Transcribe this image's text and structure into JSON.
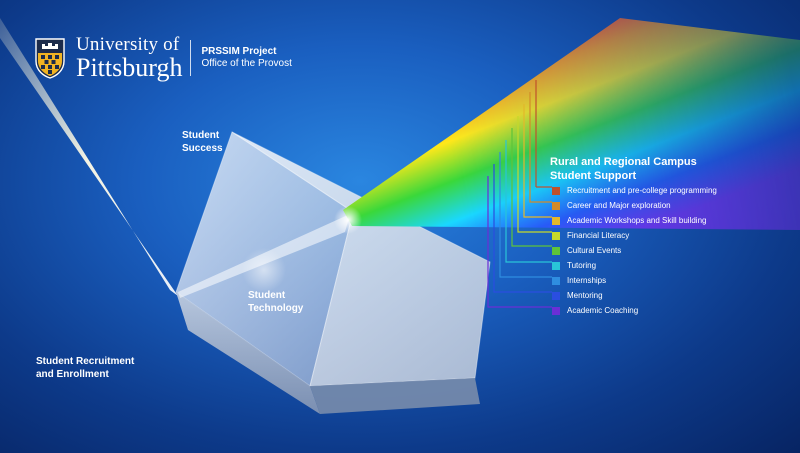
{
  "header": {
    "university_line1": "University of",
    "university_line2": "Pittsburgh",
    "project_title": "PRSSIM Project",
    "project_office": "Office of the Provost"
  },
  "diagram": {
    "labels": {
      "student_success": [
        "Student",
        "Success"
      ],
      "student_technology": [
        "Student",
        "Technology"
      ],
      "student_recruitment": [
        "Student Recruitment",
        "and Enrollment"
      ]
    },
    "legend_title": [
      "Rural and Regional Campus",
      "Student Support"
    ],
    "legend_items": [
      {
        "label": "Recruitment and pre-college programming",
        "color": "#c0512b"
      },
      {
        "label": "Career and Major exploration",
        "color": "#d38a2a"
      },
      {
        "label": "Academic Workshops and Skill building",
        "color": "#e3b82a"
      },
      {
        "label": "Financial Literacy",
        "color": "#c6d92a"
      },
      {
        "label": "Cultural Events",
        "color": "#5ec43a"
      },
      {
        "label": "Tutoring",
        "color": "#29c4d8"
      },
      {
        "label": "Internships",
        "color": "#2f8de0"
      },
      {
        "label": "Mentoring",
        "color": "#2a4ee0"
      },
      {
        "label": "Academic Coaching",
        "color": "#6a2fd6"
      }
    ]
  }
}
